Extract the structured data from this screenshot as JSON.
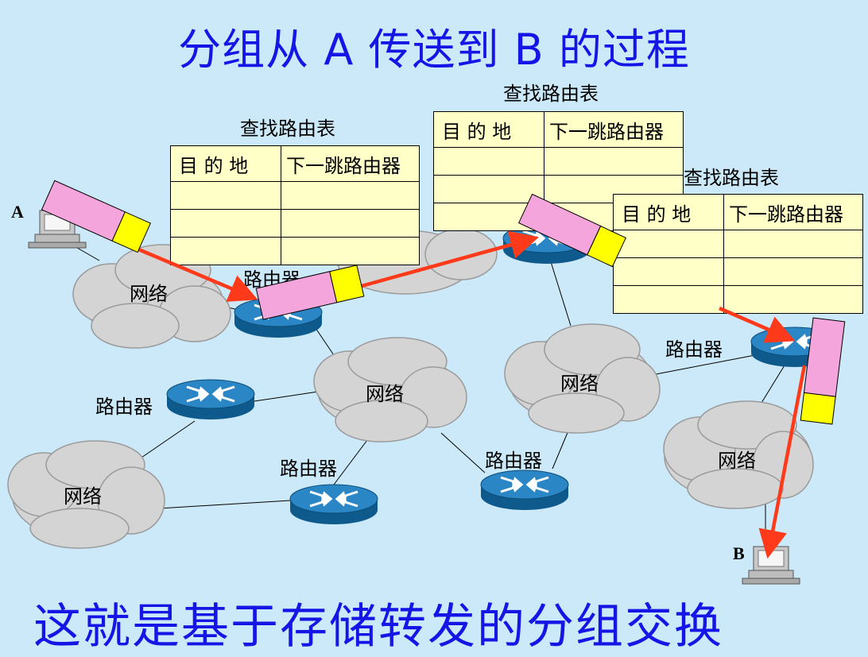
{
  "title": "分组从 A 传送到 B 的过程",
  "footer": "这就是基于存储转发的分组交换",
  "hosts": {
    "a": "A",
    "b": "B"
  },
  "network_label": "网络",
  "router_label": "路由器",
  "routing_table": {
    "caption": "查找路由表",
    "col_dest": "目 的 地",
    "col_next": "下一跳路由器"
  },
  "colors": {
    "background": "#cce9f9",
    "title_text": "#1515e6",
    "cloud": "#d4d4d4",
    "router": "#1c6fa8",
    "arrow": "#ff3a1a",
    "packet_body": "#f4a6dc",
    "packet_header": "#ffff00",
    "table_fill": "#ffffc8"
  },
  "icons": [
    "cloud-icon",
    "router-icon",
    "computer-icon",
    "packet-icon",
    "arrow-icon"
  ]
}
